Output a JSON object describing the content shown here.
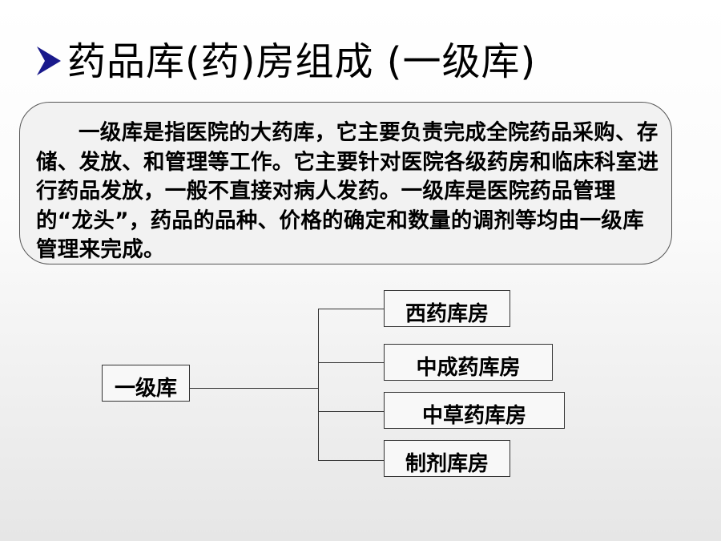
{
  "slide": {
    "title": "药品库(药)房组成 (一级库)",
    "bullet_icon": "arrow-bullet-icon",
    "accent_color": "#1a1a8c",
    "description": "一级库是指医院的大药库，它主要负责完成全院药品采购、存储、发放、和管理等工作。它主要针对医院各级药房和临床科室进行药品发放，一般不直接对病人发药。一级库是医院药品管理的“龙头”，药品的品种、价格的确定和数量的调剂等均由一级库管理来完成。"
  },
  "diagram": {
    "root": "一级库",
    "children": [
      "西药库房",
      "中成药库房",
      "中草药库房",
      "制剂库房"
    ]
  }
}
